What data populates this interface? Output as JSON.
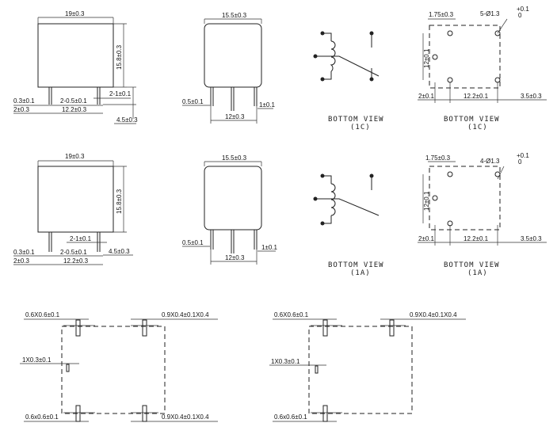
{
  "top": {
    "side_view": {
      "width": "19±0.3",
      "height": "15.8±0.3",
      "pin_pitch_small": "2-1±0.1",
      "pin_thick": "0.3±0.1",
      "pin_width": "2-0.5±0.1",
      "edge": "2±0.3",
      "pitch": "12.2±0.3",
      "pin_len": "4.5±0.3"
    },
    "end_view": {
      "width": "15.5±0.3",
      "pin_w1": "0.5±0.1",
      "pin_w2": "1±0.1",
      "pitch": "12±0.3"
    },
    "schematic_caption": "BOTTOM  VIEW",
    "schematic_sub": "(1C)",
    "bottom_view": {
      "pad": "1.75±0.3",
      "holes": "5-Ø1.3",
      "hole_tol_top": "+0.1",
      "hole_tol_bot": "0",
      "height": "12±0.1",
      "edge": "2±0.1",
      "pitch": "12.2±0.1",
      "right": "3.5±0.3",
      "caption": "BOTTOM  VIEW",
      "sub": "(1C)"
    }
  },
  "middle": {
    "side_view": {
      "width": "19±0.3",
      "height": "15.8±0.3",
      "pin_pitch_small": "2-1±0.1",
      "pin_thick": "0.3±0.1",
      "pin_width": "2-0.5±0.1",
      "edge": "2±0.3",
      "pitch": "12.2±0.3",
      "pin_len": "4.5±0.3"
    },
    "end_view": {
      "width": "15.5±0.3",
      "pin_w1": "0.5±0.1",
      "pin_w2": "1±0.1",
      "pitch": "12±0.3"
    },
    "schematic_caption": "BOTTOM  VIEW",
    "schematic_sub": "(1A)",
    "bottom_view": {
      "pad": "1.75±0.3",
      "holes": "4-Ø1.3",
      "hole_tol_top": "+0.1",
      "hole_tol_bot": "0",
      "height": "12±0.1",
      "edge": "2±0.1",
      "pitch": "12.2±0.1",
      "right": "3.5±0.3",
      "caption": "BOTTOM  VIEW",
      "sub": "(1A)"
    }
  },
  "footprint_left": {
    "tl": "0.6X0.6±0.1",
    "tr": "0.9X0.4±0.1X0.4",
    "ml": "1X0.3±0.1",
    "bl": "0.6x0.6±0.1",
    "br": "0.9X0.4±0.1X0.4"
  },
  "footprint_right": {
    "tl": "0.6X0.6±0.1",
    "tr": "0.9X0.4±0.1X0.4",
    "ml": "1X0.3±0.1",
    "bl": "0.6x0.6±0.1"
  }
}
